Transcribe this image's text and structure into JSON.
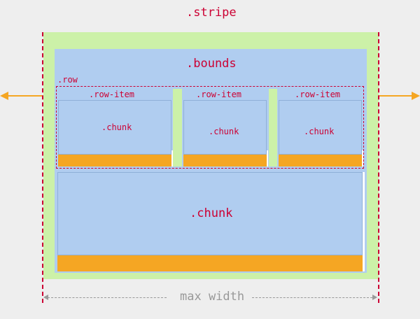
{
  "labels": {
    "stripe": ".stripe",
    "bounds": ".bounds",
    "row": ".row",
    "row_item_1": ".row-item",
    "row_item_2": ".row-item",
    "row_item_3": ".row-item",
    "chunk_1": ".chunk",
    "chunk_2": ".chunk",
    "chunk_3": ".chunk",
    "chunk_main": ".chunk",
    "max_width": "max width"
  },
  "colors": {
    "stripe": "#ccf1a8",
    "bounds": "#b0cdf0",
    "accent": "#cc0033",
    "orange": "#f5a623",
    "guide": "#999999"
  }
}
